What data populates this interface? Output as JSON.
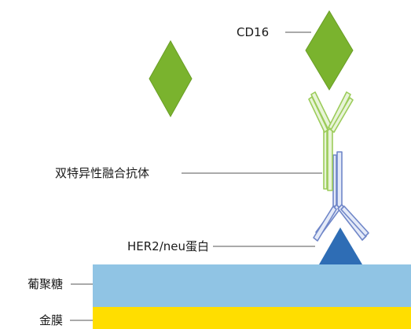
{
  "labels": {
    "cd16": "CD16",
    "fusion_antibody": "双特异性融合抗体",
    "her2": "HER2/neu蛋白",
    "dextran": "葡聚糖",
    "gold_film": "金膜"
  },
  "colors": {
    "cd16_diamond": "#7ab32e",
    "cd16_diamond_stroke": "#6a9e26",
    "her2_triangle": "#2e6db5",
    "dextran_layer": "#90c4e4",
    "gold_layer": "#ffde00",
    "fusion_antibody_outline": "#9ccc5a",
    "fusion_antibody_fill": "#e8f4d8",
    "igg_antibody_outline": "#6f86c8",
    "igg_antibody_fill": "#e4eaf8",
    "leader_line": "#555555",
    "text": "#1a1a1a"
  }
}
